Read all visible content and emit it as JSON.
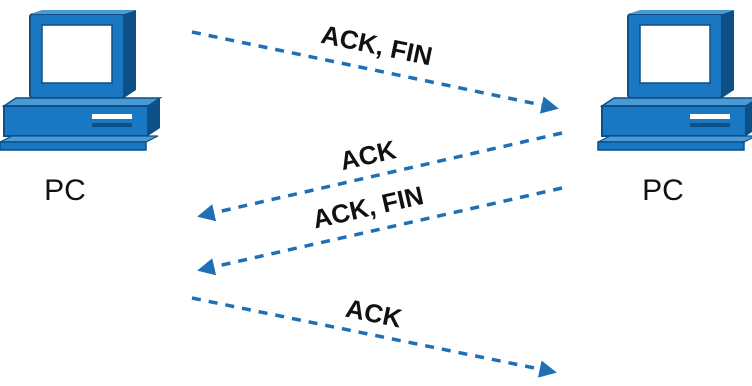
{
  "colors": {
    "arrow": "#1f6fb4",
    "pc_body": "#1a78c2",
    "pc_screen": "#ffffff",
    "pc_outline": "#0d4f86",
    "text": "#111111"
  },
  "icons": {
    "left": "computer-icon",
    "right": "computer-icon"
  },
  "nodes": {
    "left": {
      "label": "PC"
    },
    "right": {
      "label": "PC"
    }
  },
  "messages": [
    {
      "label": "ACK, FIN",
      "direction": "left-to-right"
    },
    {
      "label": "ACK",
      "direction": "right-to-left"
    },
    {
      "label": "ACK, FIN",
      "direction": "right-to-left"
    },
    {
      "label": "ACK",
      "direction": "left-to-right"
    }
  ]
}
